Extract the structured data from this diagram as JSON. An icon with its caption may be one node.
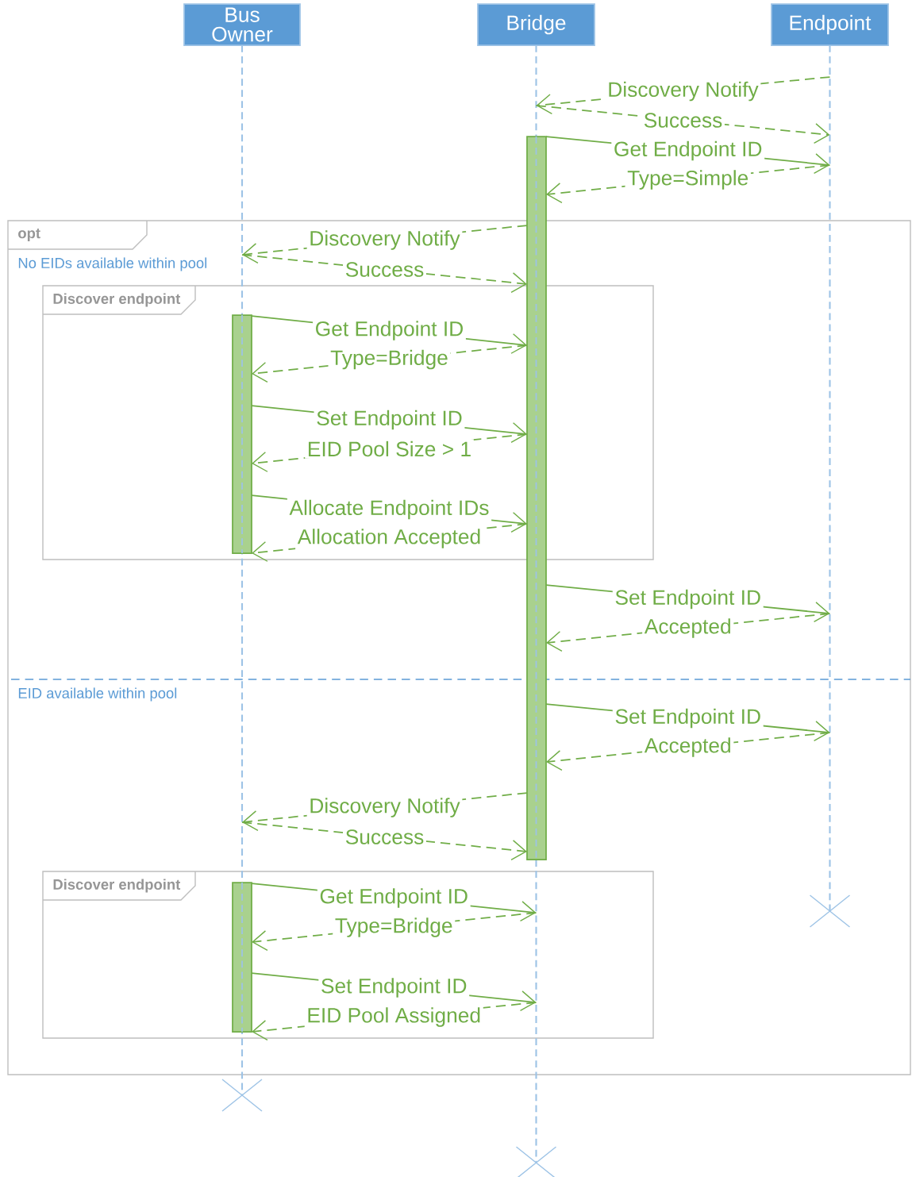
{
  "diagram": {
    "nodes": [
      {
        "text": [
          "Bus Owner"
        ]
      },
      {
        "text": [
          "Bridge"
        ]
      },
      {
        "text": [
          "Endpoint"
        ]
      },
      {
        "text": [
          "opt",
          "No EIDs available within pool",
          "EID available within pool"
        ]
      },
      {
        "text": [
          "Discover endpoint"
        ],
        "in": 3
      },
      {
        "text": [
          "Discover endpoint"
        ],
        "in": 3
      }
    ],
    "edges": [
      {
        "from": 2,
        "to": 1,
        "arrow": "to",
        "label": "Discovery Notify",
        "style": "dashed"
      },
      {
        "from": 1,
        "to": 2,
        "arrow": "to",
        "label": "Success",
        "style": "dashed"
      },
      {
        "from": 1,
        "to": 2,
        "arrow": "to",
        "label": "Get Endpoint ID"
      },
      {
        "from": 2,
        "to": 1,
        "arrow": "to",
        "label": "Type=Simple",
        "style": "dashed"
      },
      {
        "from": 1,
        "to": 0,
        "arrow": "to",
        "label": "Discovery Notify",
        "style": "dashed"
      },
      {
        "from": 0,
        "to": 1,
        "arrow": "to",
        "label": "Success",
        "style": "dashed"
      },
      {
        "from": 0,
        "to": 1,
        "arrow": "to",
        "label": "Get Endpoint ID"
      },
      {
        "from": 1,
        "to": 0,
        "arrow": "to",
        "label": "Type=Bridge",
        "style": "dashed"
      },
      {
        "from": 0,
        "to": 1,
        "arrow": "to",
        "label": "Set Endpoint ID"
      },
      {
        "from": 1,
        "to": 0,
        "arrow": "to",
        "label": "EID Pool Size > 1",
        "style": "dashed"
      },
      {
        "from": 0,
        "to": 1,
        "arrow": "to",
        "label": "Allocate Endpoint IDs"
      },
      {
        "from": 1,
        "to": 0,
        "arrow": "to",
        "label": "Allocation Accepted",
        "style": "dashed"
      },
      {
        "from": 1,
        "to": 2,
        "arrow": "to",
        "label": "Set Endpoint ID"
      },
      {
        "from": 2,
        "to": 1,
        "arrow": "to",
        "label": "Accepted",
        "style": "dashed"
      },
      {
        "from": 1,
        "to": 2,
        "arrow": "to",
        "label": "Set Endpoint ID"
      },
      {
        "from": 2,
        "to": 1,
        "arrow": "to",
        "label": "Accepted",
        "style": "dashed"
      },
      {
        "from": 1,
        "to": 0,
        "arrow": "to",
        "label": "Discovery Notify",
        "style": "dashed"
      },
      {
        "from": 0,
        "to": 1,
        "arrow": "to",
        "label": "Success",
        "style": "dashed"
      },
      {
        "from": 0,
        "to": 1,
        "arrow": "to",
        "label": "Get Endpoint ID"
      },
      {
        "from": 1,
        "to": 0,
        "arrow": "to",
        "label": "Type=Bridge",
        "style": "dashed"
      },
      {
        "from": 0,
        "to": 1,
        "arrow": "to",
        "label": "Set Endpoint ID"
      },
      {
        "from": 1,
        "to": 0,
        "arrow": "to",
        "label": "EID Pool Assigned",
        "style": "dashed"
      }
    ]
  }
}
